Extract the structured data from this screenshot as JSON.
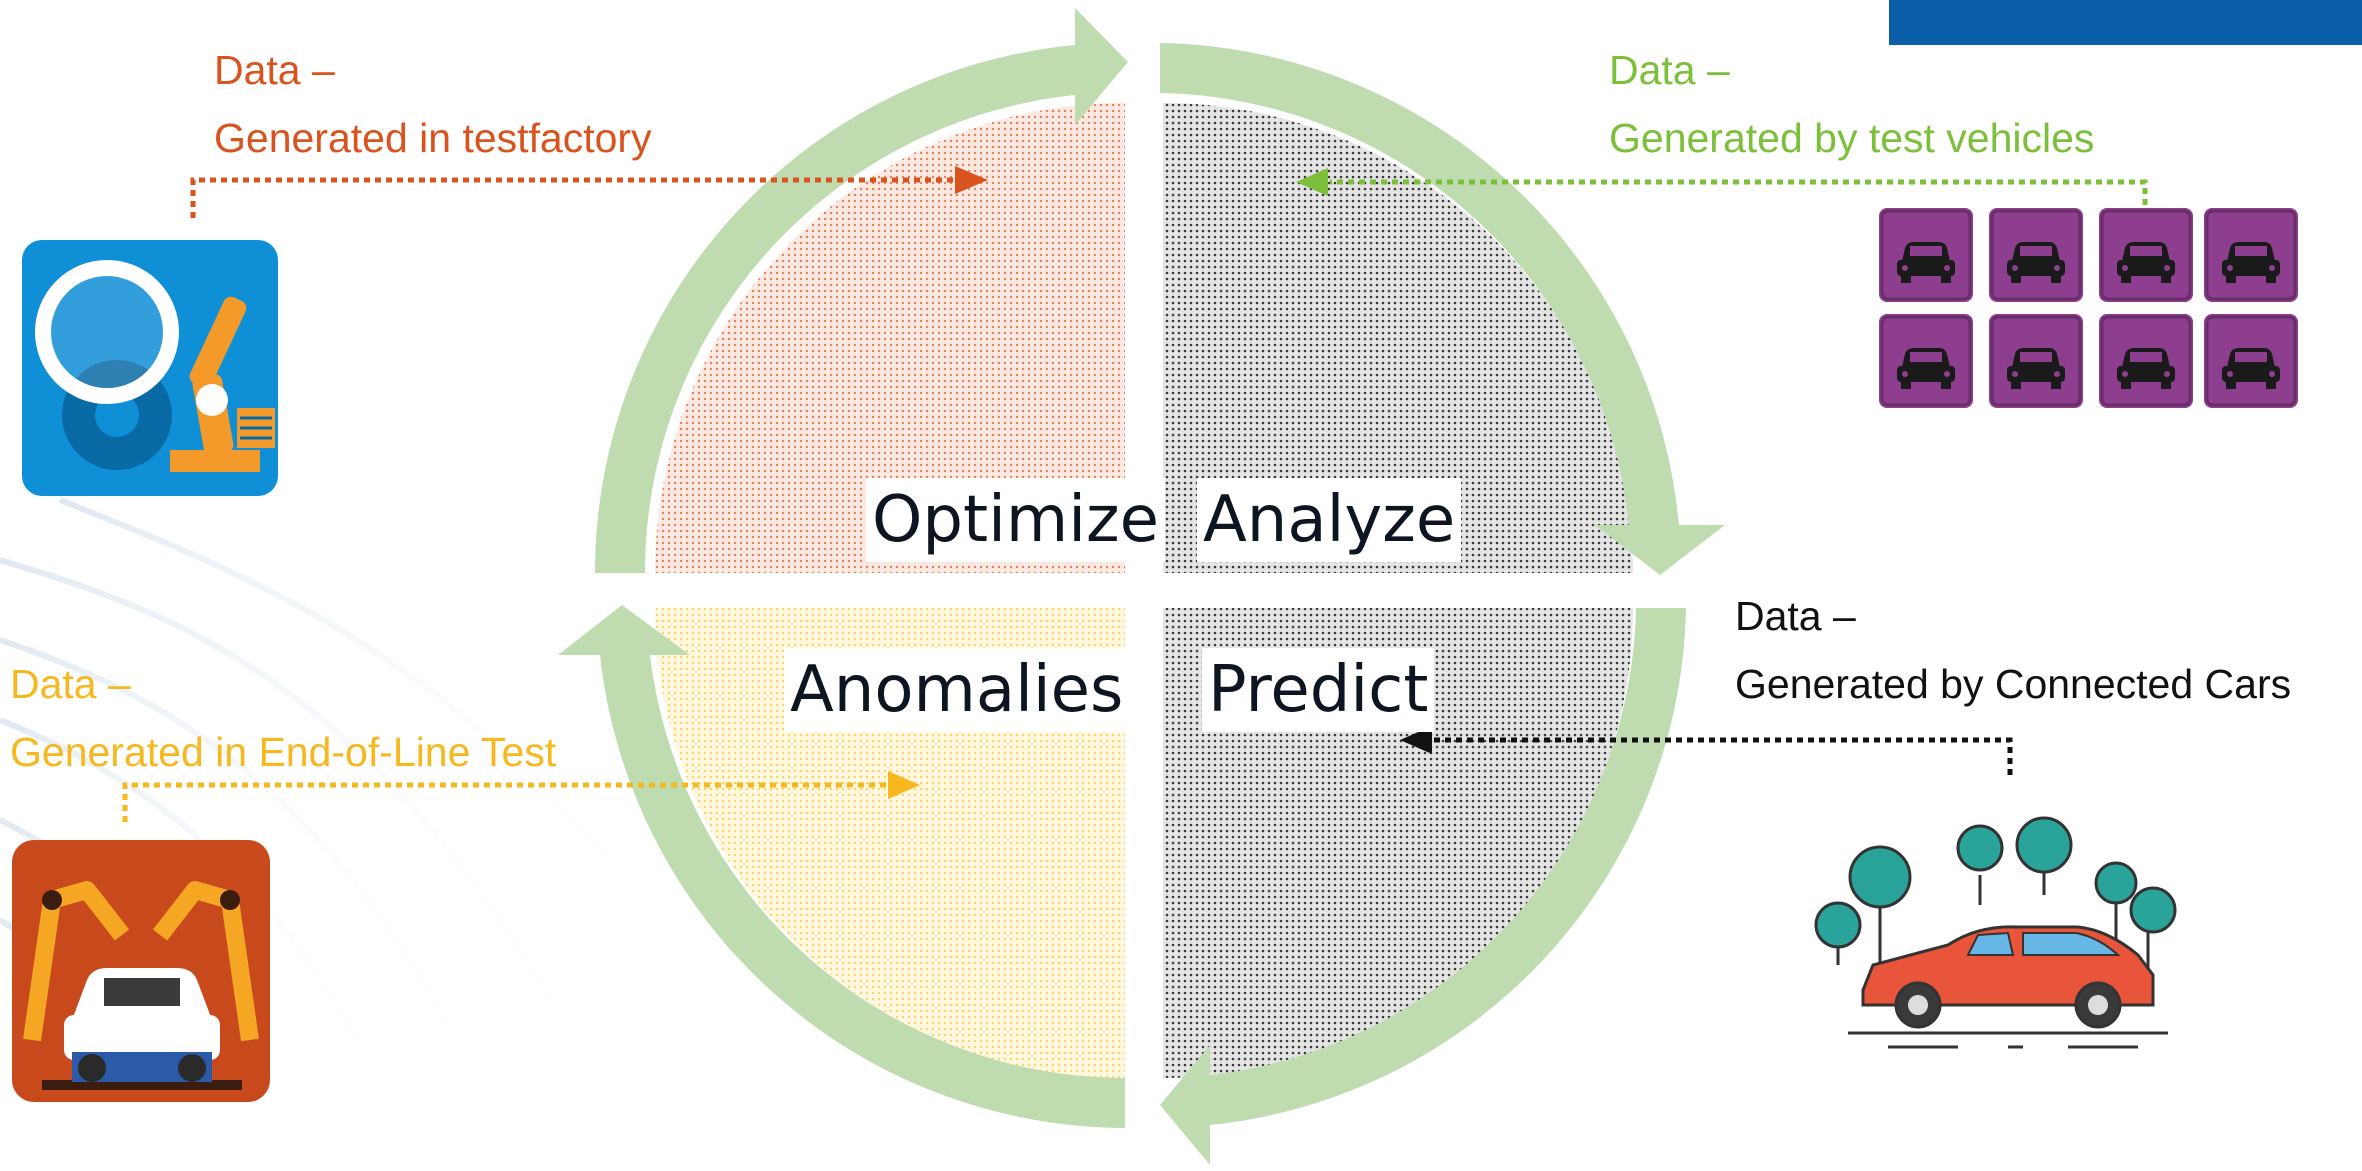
{
  "quadrants": {
    "optimize": "Optimize",
    "analyze": "Analyze",
    "anomalies": "Anomalies",
    "predict": "Predict"
  },
  "sources": {
    "testfactory": {
      "title": "Data –",
      "subtitle": "Generated in testfactory",
      "color": "#d9531e"
    },
    "test_vehicles": {
      "title": "Data –",
      "subtitle": "Generated by test vehicles",
      "color": "#7cbf3a"
    },
    "end_of_line": {
      "title": "Data –",
      "subtitle": "Generated in End-of-Line Test",
      "color": "#f6b81e"
    },
    "connected_cars": {
      "title": "Data –",
      "subtitle": "Generated by Connected Cars",
      "color": "#111111"
    }
  },
  "colors": {
    "cycle_arrows": "#bfdcb0",
    "banner": "#0b5fa8",
    "vehicle_tile": "#8e3e8e"
  },
  "icons": [
    "factory-robot-icon",
    "test-vehicle-icon",
    "end-of-line-robot-icon",
    "connected-car-icon"
  ]
}
